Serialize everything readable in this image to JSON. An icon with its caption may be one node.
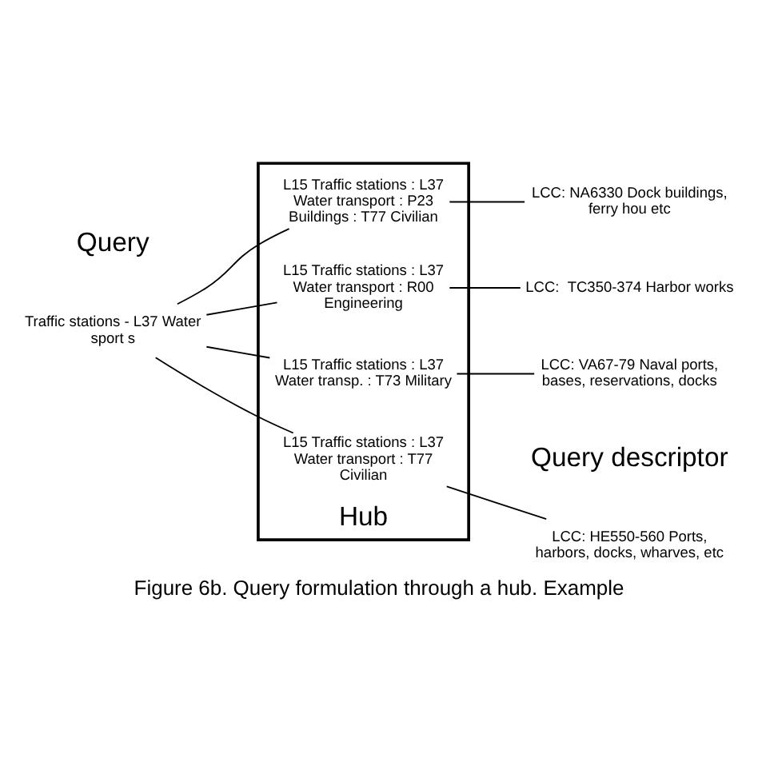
{
  "diagram": {
    "caption": "Figure 6b. Query formulation through a hub. Example",
    "nodes": [
      {
        "text": [
          "Traffic stations - L37 Water sport s"
        ]
      },
      {
        "text": [
          "Hub"
        ]
      },
      {
        "text": [
          "L15 Traffic stations : L37 Water transport : T77 Civilian"
        ],
        "in": 1
      },
      {
        "text": [
          "L15 Traffic stations : L37 Water transport : P23 Buildings : T77 Civilian"
        ],
        "in": 1
      },
      {
        "text": [
          "L15 Traffic stations : L37 Water transport : R00 Engineering"
        ],
        "in": 1
      },
      {
        "text": [
          "L15 Traffic stations : L37 Water transp. : T73 Military"
        ],
        "in": 1
      },
      {
        "text": [
          "LCC: HE550-560 Ports, harbors, docks, wharves, etc"
        ]
      },
      {
        "text": [
          "LCC: NA6330 Dock buildings, ferry hou etc"
        ]
      },
      {
        "text": [
          "LCC:  TC350-374 Harbor works"
        ]
      },
      {
        "text": [
          "LCC: VA67-79 Naval ports, bases, reservations, docks"
        ]
      }
    ],
    "edges": [
      {
        "from": 0,
        "to": 2,
        "arrow": "none"
      },
      {
        "from": 0,
        "to": 3,
        "arrow": "none"
      },
      {
        "from": 0,
        "to": 4,
        "arrow": "none"
      },
      {
        "from": 0,
        "to": 5,
        "arrow": "none"
      },
      {
        "from": 2,
        "to": 6,
        "arrow": "none"
      },
      {
        "from": 3,
        "to": 7,
        "arrow": "none"
      },
      {
        "from": 4,
        "to": 8,
        "arrow": "none"
      },
      {
        "from": 5,
        "to": 9,
        "arrow": "none"
      }
    ],
    "labels": [
      "Query",
      "Query descriptor"
    ]
  }
}
